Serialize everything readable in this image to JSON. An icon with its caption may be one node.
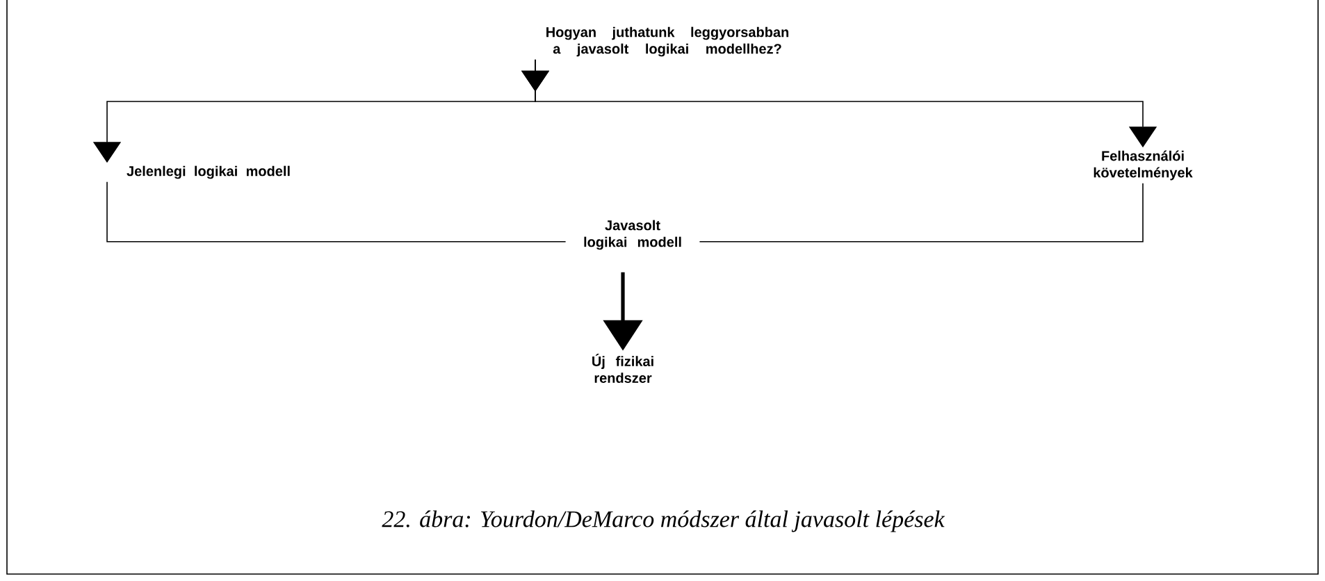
{
  "diagram": {
    "nodes": [
      {
        "text": [
          "Hogyan juthatunk leggyorsabban a javasolt logikai modellhez?"
        ]
      },
      {
        "text": [
          "Jelenlegi logikai modell"
        ]
      },
      {
        "text": [
          "Felhasználói követelmények"
        ]
      },
      {
        "text": [
          "Javasolt logikai modell"
        ]
      },
      {
        "text": [
          "Új fizikai rendszer"
        ]
      }
    ],
    "edges": [
      {
        "from": 0,
        "to": 1,
        "arrow": "to"
      },
      {
        "from": 0,
        "to": 2,
        "arrow": "to"
      },
      {
        "from": 1,
        "to": 3,
        "arrow": "none"
      },
      {
        "from": 2,
        "to": 3,
        "arrow": "none"
      },
      {
        "from": 3,
        "to": 4,
        "arrow": "to",
        "style": "thick"
      }
    ],
    "caption": "22. ábra: Yourdon/DeMarco módszer által javasolt lépések"
  }
}
